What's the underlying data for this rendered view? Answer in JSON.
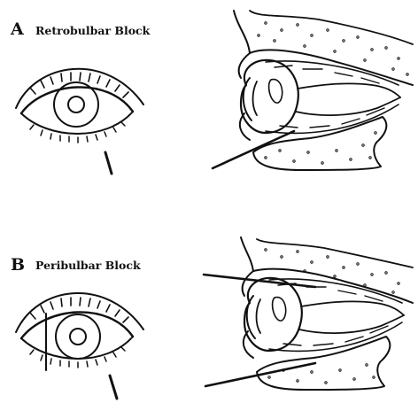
{
  "panels": [
    {
      "letter": "A",
      "title": "Retrobulbar Block"
    },
    {
      "letter": "B",
      "title": "Peribulbar Block"
    }
  ],
  "colors": {
    "ink": "#111111",
    "background": "#ffffff"
  }
}
